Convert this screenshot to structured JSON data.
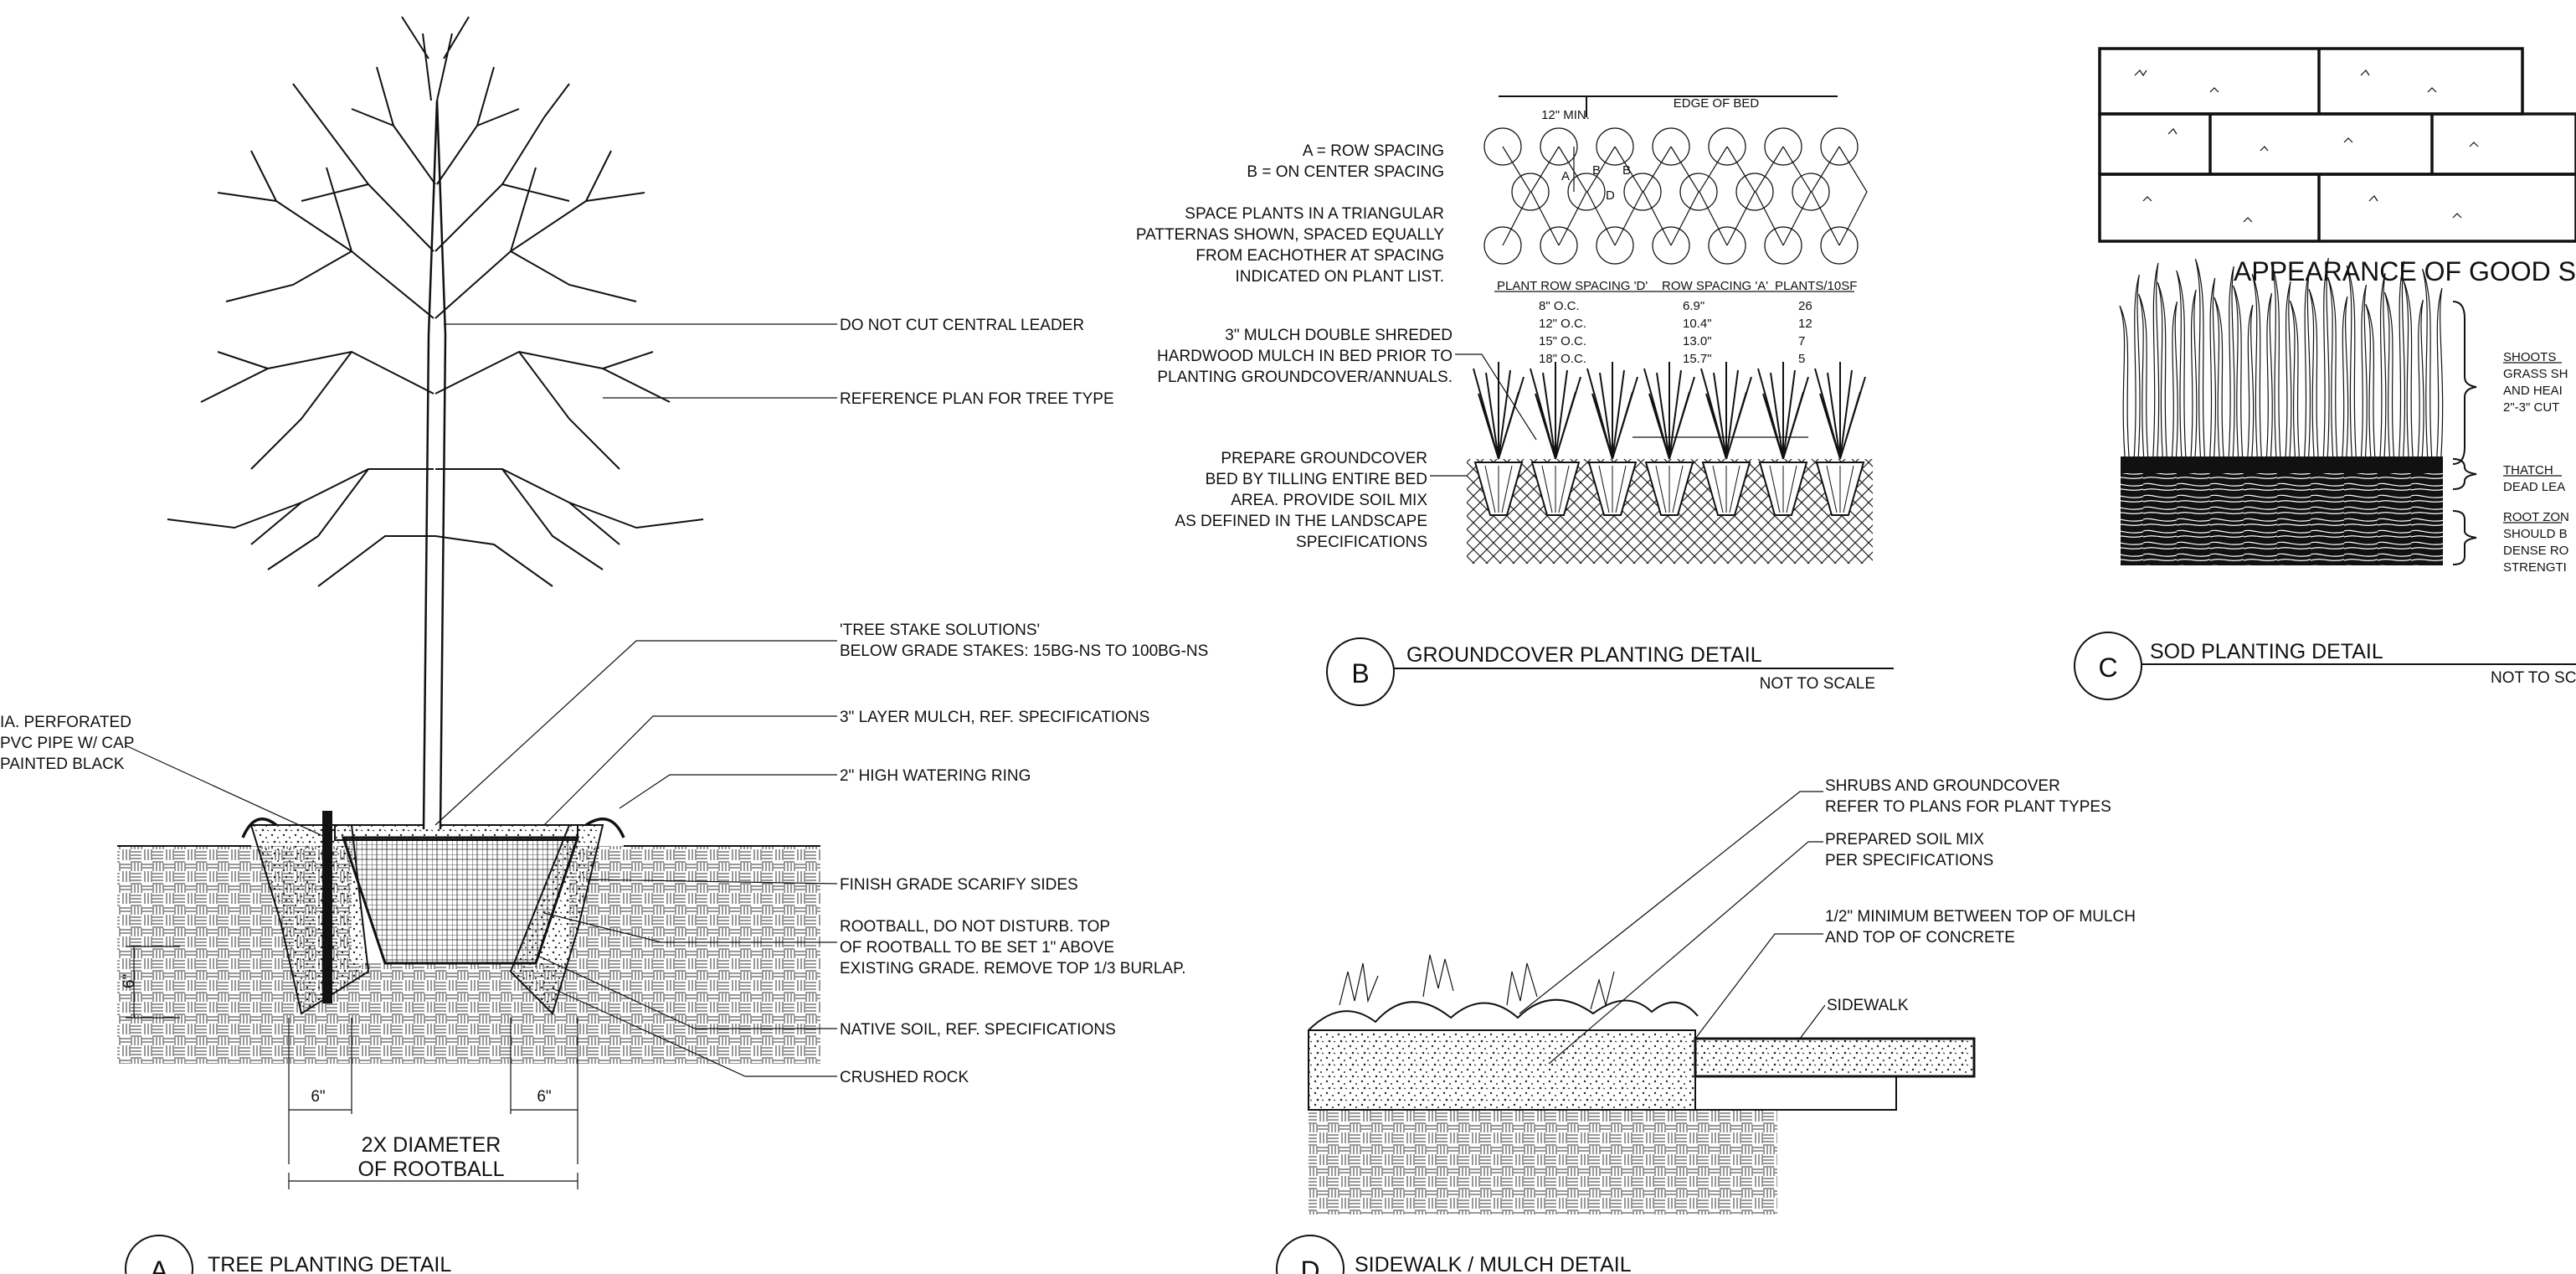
{
  "tree_detail": {
    "title": "TREE PLANTING DETAIL",
    "circle_letter": "A",
    "callouts": {
      "central_leader": "DO NOT CUT CENTRAL LEADER",
      "reference_plan": "REFERENCE PLAN FOR TREE TYPE",
      "stake_1": "'TREE STAKE SOLUTIONS'",
      "stake_2": "BELOW GRADE STAKES: 15BG-NS TO 100BG-NS",
      "mulch_layer": "3\" LAYER MULCH, REF. SPECIFICATIONS",
      "watering_ring": "2\" HIGH WATERING RING",
      "finish_grade": "FINISH GRADE SCARIFY SIDES",
      "rootball_1": "ROOTBALL, DO NOT DISTURB.  TOP",
      "rootball_2": "OF ROOTBALL TO BE SET 1\" ABOVE",
      "rootball_3": "EXISTING GRADE.  REMOVE TOP 1/3 BURLAP.",
      "native_soil": "NATIVE SOIL, REF. SPECIFICATIONS",
      "crushed_rock": "CRUSHED ROCK",
      "pipe_1": "IA. PERFORATED",
      "pipe_2": "PVC PIPE W/ CAP",
      "pipe_3": "PAINTED BLACK"
    },
    "dims": {
      "depth": "6\"",
      "left": "6\"",
      "right": "6\"",
      "width_1": "2X DIAMETER",
      "width_2": "OF ROOTBALL"
    }
  },
  "groundcover_detail": {
    "title": "GROUNDCOVER PLANTING DETAIL",
    "circle_letter": "B",
    "scale": "NOT TO SCALE",
    "edge_of_bed": "EDGE OF BED",
    "min_label": "12\" MIN.",
    "legend_a": "A  =  ROW SPACING",
    "legend_b": "B  =  ON CENTER SPACING",
    "pattern_note": [
      "SPACE PLANTS IN A TRIANGULAR",
      "PATTERNAS SHOWN, SPACED EQUALLY",
      "FROM EACHOTHER AT SPACING",
      "INDICATED ON PLANT LIST."
    ],
    "mulch_note": [
      "3\" MULCH DOUBLE SHREDED",
      "HARDWOOD MULCH IN BED PRIOR TO",
      "PLANTING GROUNDCOVER/ANNUALS."
    ],
    "bed_note": [
      "PREPARE GROUNDCOVER",
      "BED BY TILLING ENTIRE BED",
      "AREA.  PROVIDE SOIL MIX",
      "AS DEFINED IN THE LANDSCAPE",
      "SPECIFICATIONS"
    ],
    "grid_marks": {
      "a": "A",
      "b1": "B",
      "b2": "B",
      "d": "D"
    },
    "table": {
      "headers": [
        "PLANT ROW SPACING 'D'",
        "ROW SPACING 'A'",
        "PLANTS/10SF"
      ],
      "rows": [
        [
          "8\"  O.C.",
          "6.9\"",
          "26"
        ],
        [
          "12\" O.C.",
          "10.4\"",
          "12"
        ],
        [
          "15\" O.C.",
          "13.0\"",
          "7"
        ],
        [
          "18\" O.C.",
          "15.7\"",
          "5"
        ]
      ]
    }
  },
  "sod_detail": {
    "title": "SOD PLANTING DETAIL",
    "circle_letter": "C",
    "scale": "NOT TO SCA",
    "appearance": "APPEARANCE OF GOOD S",
    "shoots": [
      "SHOOTS",
      "GRASS SH",
      "AND  HEAI",
      "2\"-3\"  CUT"
    ],
    "thatch": [
      "THATCH",
      "DEAD LEA"
    ],
    "root_zone": [
      "ROOT ZON",
      "SHOULD B",
      "DENSE RO",
      "STRENGTI"
    ]
  },
  "sidewalk_detail": {
    "title": "SIDEWALK / MULCH DETAIL",
    "circle_letter": "D",
    "callouts": {
      "shrubs_1": "SHRUBS AND GROUNDCOVER",
      "shrubs_2": "REFER TO PLANS FOR PLANT TYPES",
      "soil_1": "PREPARED SOIL MIX",
      "soil_2": "PER SPECIFICATIONS",
      "mulch_1": "1/2\" MINIMUM BETWEEN TOP OF MULCH",
      "mulch_2": "AND TOP OF CONCRETE",
      "sidewalk": "SIDEWALK"
    }
  }
}
